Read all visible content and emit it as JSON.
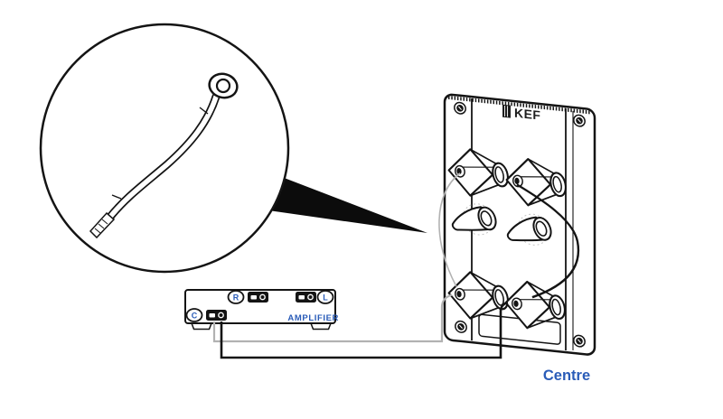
{
  "amplifier": {
    "name_label": "AMPLIFIER",
    "terminals": {
      "right": "R",
      "left": "L",
      "centre": "C"
    }
  },
  "speaker_panel": {
    "brand": "KEF",
    "caption": "Centre"
  },
  "colors": {
    "label_blue": "#2a5cb8",
    "logo_dark": "#1d1d1d",
    "line_black": "#141414",
    "wire_gray": "#b2b2b2"
  }
}
